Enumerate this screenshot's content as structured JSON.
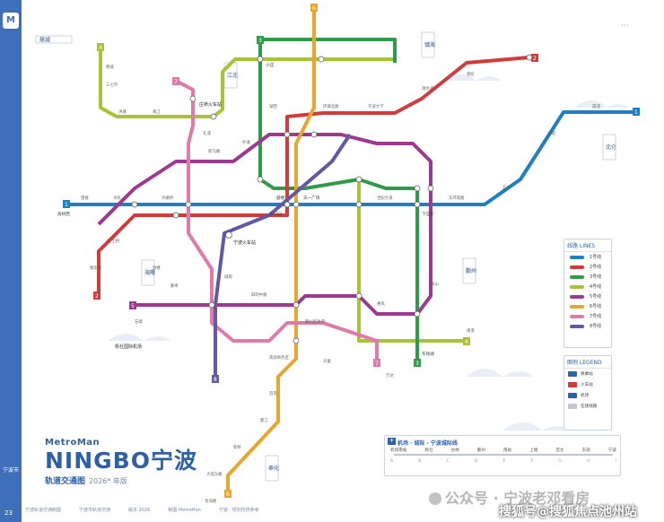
{
  "sidebar": {
    "logo_text": "M",
    "vertical_label": "宁波市",
    "page_number": "23"
  },
  "top_right_label": "⋯",
  "brand": {
    "name_en": "MetroMan",
    "city": "NINGBO宁波",
    "subtitle": "轨道交通图",
    "year_note": "2026* 年版"
  },
  "map": {
    "lines": [
      {
        "id": "1",
        "color": "#1f7fc2"
      },
      {
        "id": "2",
        "color": "#d23b3b"
      },
      {
        "id": "3",
        "color": "#2f9a48"
      },
      {
        "id": "4",
        "color": "#a6c436"
      },
      {
        "id": "5",
        "color": "#9d3a8f"
      },
      {
        "id": "6",
        "color": "#e8a62e"
      },
      {
        "id": "7",
        "color": "#e07aa9"
      },
      {
        "id": "8",
        "color": "#6457a8"
      }
    ],
    "stations": {
      "huochezhan": "宁波火车站",
      "zhuangqiao": "庄桥火车站",
      "lishe_airport": "栎社国际机场",
      "gaoqiao_west": "高桥西",
      "dongqianhu": "东钱湖",
      "xiayingdong": "下应东",
      "gulou": "鼓楼",
      "dongmenkou": "东门口",
      "tianyi": "天一广场",
      "xiaozhuang": "小庄",
      "zhenhai": "镇海",
      "beilun": "北仑",
      "ciwei": "慈城",
      "fenghua": "奉化",
      "jiangbei": "江北",
      "yinzhou": "鄞州",
      "haishu": "海曙"
    }
  },
  "legend": {
    "title": "线路 LINES",
    "items": [
      {
        "label": "1号线",
        "color": "#1f7fc2"
      },
      {
        "label": "2号线",
        "color": "#d23b3b"
      },
      {
        "label": "3号线",
        "color": "#2f9a48"
      },
      {
        "label": "4号线",
        "color": "#a6c436"
      },
      {
        "label": "5号线",
        "color": "#9d3a8f"
      },
      {
        "label": "6号线",
        "color": "#e8a62e"
      },
      {
        "label": "7号线",
        "color": "#e07aa9"
      },
      {
        "label": "8号线",
        "color": "#6457a8"
      }
    ]
  },
  "symbols": {
    "title": "图例 LEGEND",
    "items": [
      {
        "label": "换乘站",
        "color": "#2f5fa6"
      },
      {
        "label": "火车站",
        "color": "#d23b3b"
      },
      {
        "label": "机场",
        "color": "#2f5fa6"
      },
      {
        "label": "在建线路",
        "color": "#bfc6d3"
      }
    ]
  },
  "airport_panel": {
    "title": "机场 · 城际 · 宁波城际线",
    "stations": [
      "机场南站",
      "栎社",
      "古林",
      "鄞州",
      "南站",
      "上塘",
      "百丈",
      "东部",
      "宁波"
    ],
    "stations_en": [
      "A",
      "B",
      "C",
      "D",
      "E",
      "F",
      "G",
      "H",
      "I"
    ]
  },
  "footer": {
    "items": [
      "宁波轨道交通制图",
      "宁波市轨道交通",
      "版本 2026",
      "制图 MetroMan",
      "宁波 · 规划仅供参考"
    ]
  },
  "watermark": {
    "text": "公众号 · 宁波老邓看房",
    "sohu": "搜狐号@搜狐焦点池州站"
  }
}
